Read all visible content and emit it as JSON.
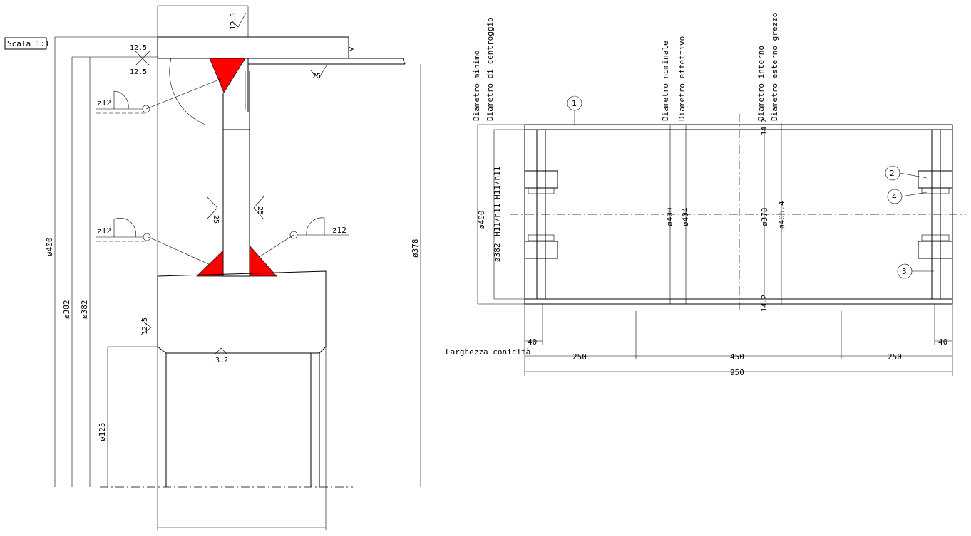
{
  "scale_label": "Scala 1:1",
  "section_view": {
    "roughness": {
      "top": "12.5",
      "flange_left_top": "12.5",
      "flange_left_bottom": "12.5",
      "web_right": "25",
      "web_left_a": "25",
      "web_left_b": "25",
      "hub_left": "12.5",
      "bore": "3.2"
    },
    "welds": {
      "top": "z12",
      "bottom_left": "z12",
      "bottom_right": "z12"
    },
    "dims": {
      "d400": "ø400",
      "d382a": "ø382",
      "d382b": "ø382",
      "d125": "ø125",
      "d378": "ø378"
    }
  },
  "drum_view": {
    "headers": {
      "min_diameter": "Diametro minimo",
      "centering_diameter": "Diametro di centroggio",
      "nominal_diameter": "Diametro nominale",
      "effective_diameter": "Diametro effettivo",
      "internal_diameter": "Diametro interno",
      "raw_external_diameter": "Diametro esterno grezzo"
    },
    "vertical_dims": {
      "d400": "ø400",
      "fit_h11": "H11/h11",
      "d382": "ø382",
      "fit_h11b": "H11/h11",
      "c400": "ø400",
      "c404": "ø404",
      "c378": "ø378",
      "c406": "ø406.4",
      "wall_top": "14.2",
      "wall_bottom": "14.2"
    },
    "balloons": [
      "1",
      "2",
      "3",
      "4"
    ],
    "taper_label": "Larghezza conicità",
    "bottom_dims": {
      "left_taper": "40",
      "right_taper": "40",
      "seg_left": "250",
      "seg_mid": "450",
      "seg_right": "250",
      "overall": "950"
    }
  }
}
